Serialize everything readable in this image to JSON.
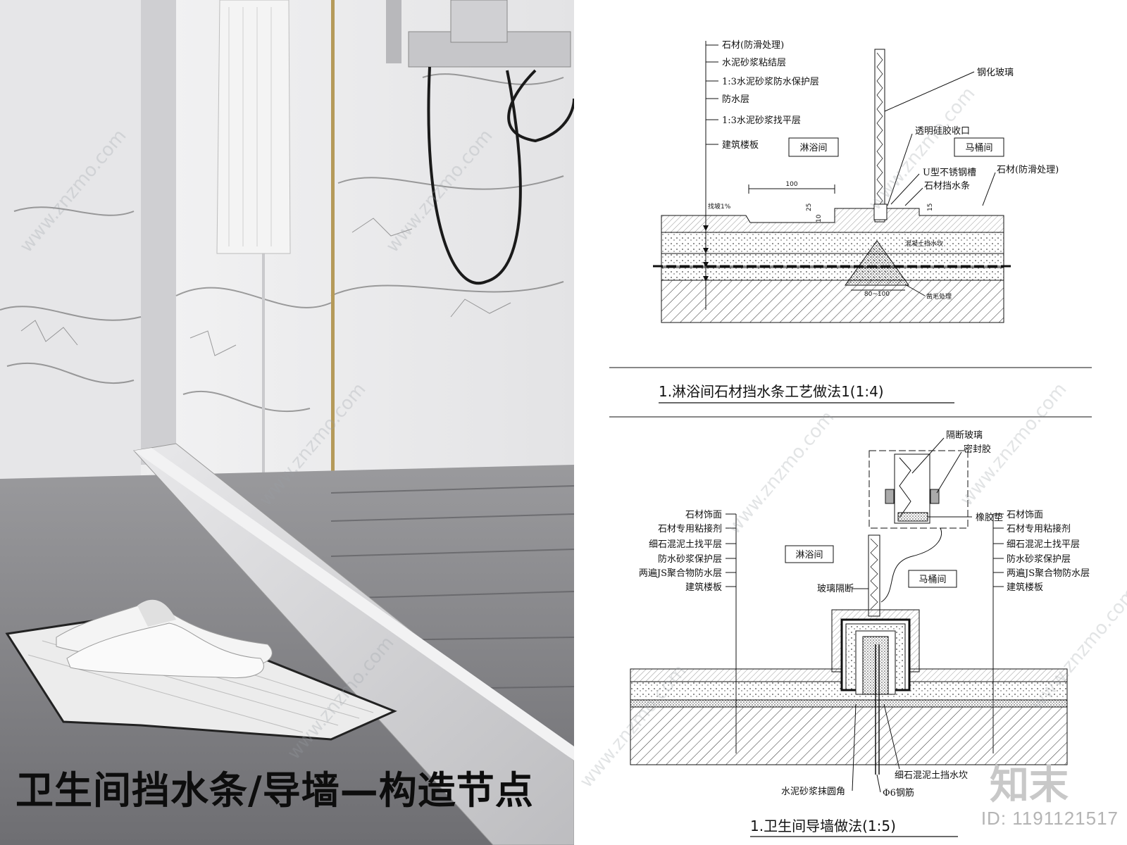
{
  "photo": {
    "title": "卫生间挡水条/导墙—构造节点"
  },
  "detail1": {
    "layers": [
      "石材(防滑处理)",
      "水泥砂浆粘结层",
      "1:3水泥砂浆防水保护层",
      "防水层",
      "1:3水泥砂浆找平层",
      "建筑楼板"
    ],
    "glass_label": "钢化玻璃",
    "sealant_label": "透明硅胶收口",
    "room_left": "淋浴间",
    "room_right": "马桶间",
    "channel_label": "U型不锈钢槽",
    "stone_bar_label": "石材挡水条",
    "stone_right_label": "石材(防滑处理)",
    "dim_100": "100",
    "dim_25": "25",
    "dim_10": "10",
    "dim_15": "15",
    "slope": "找坡1%",
    "concrete_label": "混凝土挡水坎",
    "width_dim": "80~100",
    "roughen_label": "凿毛处理",
    "caption": "1.淋浴间石材挡水条工艺做法1(1:4)"
  },
  "detail2": {
    "glass_top_label": "隔断玻璃",
    "seal_label": "密封胶",
    "rubber_label": "橡胶垫",
    "layers_left": [
      "石材饰面",
      "石材专用粘接剂",
      "细石混泥土找平层",
      "防水砂浆保护层",
      "两遍JS聚合物防水层",
      "建筑楼板"
    ],
    "layers_right": [
      "石材饰面",
      "石材专用粘接剂",
      "细石混泥土找平层",
      "防水砂浆保护层",
      "两遍JS聚合物防水层",
      "建筑楼板"
    ],
    "room_left": "淋浴间",
    "room_right": "马桶间",
    "glass_partition": "玻璃隔断",
    "curb_label": "细石混泥土挡水坎",
    "fillet_label": "水泥砂浆抹圆角",
    "rebar_label": "Φ6钢筋",
    "caption": "1.卫生间导墙做法(1:5)"
  },
  "watermark": {
    "site": "www.znzmo.com",
    "brand": "知末",
    "id_text": "ID: 1191121517"
  },
  "colors": {
    "line": "#111111",
    "photo_wall": "#e9e9eb",
    "photo_floor": "#8a8a8d",
    "brass": "#b59a5a"
  }
}
